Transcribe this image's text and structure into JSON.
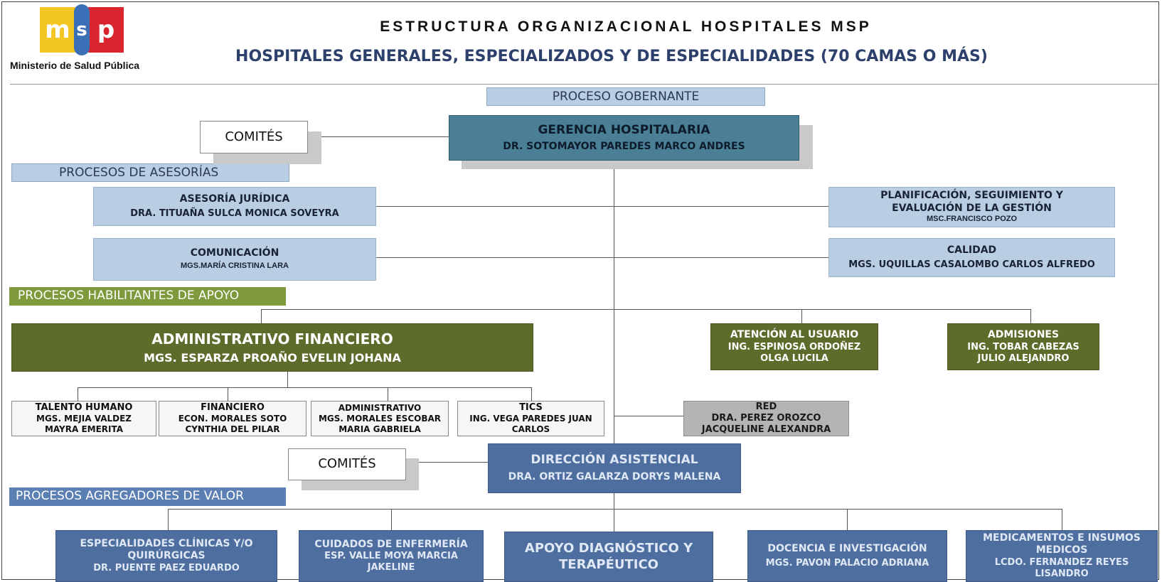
{
  "logo": {
    "m": "m",
    "s": "s",
    "p": "p",
    "ministry": "Ministerio de Salud Pública"
  },
  "header": {
    "title": "ESTRUCTURA ORGANIZACIONAL HOSPITALES MSP",
    "subtitle": "HOSPITALES GENERALES, ESPECIALIZADOS Y DE ESPECIALIDADES (70 CAMAS O MÁS)"
  },
  "bands": {
    "gobernante": "PROCESO GOBERNANTE",
    "asesorias": "PROCESOS DE ASESORÍAS",
    "apoyo": "PROCESOS HABILITANTES DE APOYO",
    "agregadores": "PROCESOS AGREGADORES DE VALOR"
  },
  "committees": {
    "top": "COMITÉS",
    "mid": "COMITÉS"
  },
  "gerencia": {
    "title": "GERENCIA HOSPITALARIA",
    "person": "DR. SOTOMAYOR PAREDES MARCO ANDRES"
  },
  "asesorias": {
    "juridica": {
      "title": "ASESORÍA JURÍDICA",
      "person": "DRA. TITUAÑA SULCA MONICA SOVEYRA"
    },
    "comunicacion": {
      "title": "COMUNICACIÓN",
      "person": "MGS.MARÍA CRISTINA LARA"
    },
    "planificacion": {
      "title1": "PLANIFICACIÓN, SEGUIMIENTO Y",
      "title2": "EVALUACIÓN DE LA GESTIÓN",
      "person": "MSC.FRANCISCO POZO"
    },
    "calidad": {
      "title": "CALIDAD",
      "person": "MGS. UQUILLAS CASALOMBO CARLOS ALFREDO"
    }
  },
  "apoyo": {
    "admin_fin": {
      "title": "ADMINISTRATIVO FINANCIERO",
      "person": "MGS. ESPARZA PROAÑO EVELIN JOHANA"
    },
    "atencion": {
      "title": "ATENCIÓN AL USUARIO",
      "line1": "ING. ESPINOSA ORDOÑEZ",
      "line2": "OLGA LUCILA"
    },
    "admisiones": {
      "title": "ADMISIONES",
      "line1": "ING. TOBAR CABEZAS",
      "line2": "JULIO ALEJANDRO"
    },
    "talento": {
      "title": "TALENTO HUMANO",
      "line1": "MGS. MEJIA VALDEZ",
      "line2": "MAYRA EMERITA"
    },
    "financiero": {
      "title": "FINANCIERO",
      "line1": "ECON. MORALES SOTO",
      "line2": "CYNTHIA DEL PILAR"
    },
    "administrativo": {
      "title": "ADMINISTRATIVO",
      "line1": "MGS. MORALES ESCOBAR",
      "line2": "MARIA GABRIELA"
    },
    "tics": {
      "title": "TICS",
      "line1": "ING. VEGA PAREDES JUAN",
      "line2": "CARLOS"
    },
    "red": {
      "title": "RED",
      "line1": "DRA. PEREZ OROZCO",
      "line2": "JACQUELINE ALEXANDRA"
    }
  },
  "direccion": {
    "title": "DIRECCIÓN ASISTENCIAL",
    "person": "DRA. ORTIZ GALARZA DORYS MALENA"
  },
  "agregadores": {
    "especialidades": {
      "line1": "ESPECIALIDADES CLÍNICAS Y/O",
      "line2": "QUIRÚRGICAS",
      "person": "DR. PUENTE PAEZ EDUARDO"
    },
    "enfermeria": {
      "title": "CUIDADOS DE ENFERMERÍA",
      "line1": "ESP. VALLE MOYA MARCIA",
      "line2": "JAKELINE"
    },
    "apoyo_diag": {
      "line1": "APOYO DIAGNÓSTICO Y",
      "line2": "TERAPÉUTICO"
    },
    "docencia": {
      "title": "DOCENCIA E INVESTIGACIÓN",
      "person": "MGS. PAVON PALACIO ADRIANA"
    },
    "medicamentos": {
      "line1": "MEDICAMENTOS E INSUMOS",
      "line2": "MEDICOS",
      "line3": "LCDO. FERNANDEZ REYES",
      "line4": "LISANDRO"
    }
  },
  "colors": {
    "gerencia": "#4a7f96",
    "asesoria": "#b9cde3",
    "apoyo": "#5d6b2b",
    "agregadores": "#4e6e9f",
    "red": "#b4b4b4"
  }
}
